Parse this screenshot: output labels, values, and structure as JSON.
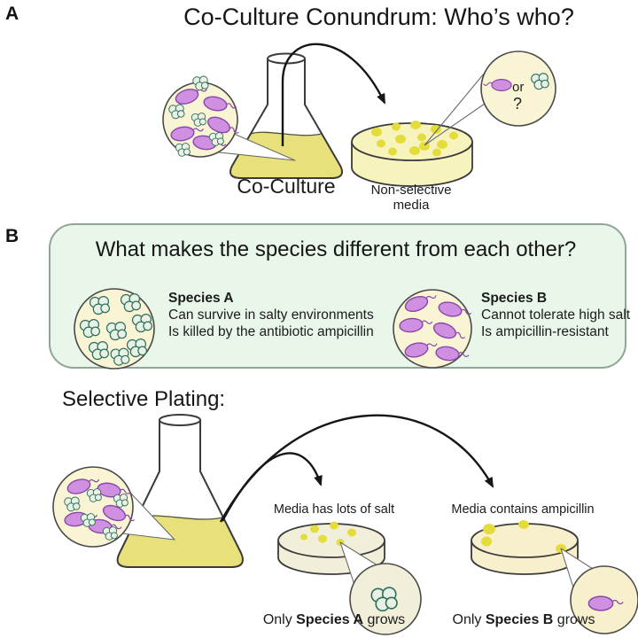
{
  "colors": {
    "flask_liquid": "#e7e07b",
    "media_fill": "#f7f3bd",
    "media_fill_salt": "#f1efd9",
    "media_fill_amp": "#f8efcc",
    "colony": "#e3dc3b",
    "inset_bg": "#f9f4d3",
    "panel_b_bg": "#e9f6ea",
    "panel_b_border": "#8fa596",
    "species_a_fill": "#e7f2e4",
    "species_a_outline": "#2f6e5f",
    "species_b_fill": "#cf90e2",
    "species_b_outline": "#8a46a8",
    "outline": "#3b3b3b",
    "text": "#1b1b1b"
  },
  "panel_a": {
    "label": "A",
    "title": "Co-Culture Conundrum: Who’s who?",
    "flask_label": "Co-Culture",
    "media_label_line1": "Non-selective",
    "media_label_line2": "media",
    "magnified_question": {
      "or": "or",
      "question_mark": "?"
    }
  },
  "panel_b": {
    "label": "B",
    "question": "What makes the species different from each other?",
    "species_a": {
      "name": "Species A",
      "trait1": "Can survive in salty environments",
      "trait2": "Is killed by the antibiotic ampicillin"
    },
    "species_b": {
      "name": "Species B",
      "trait1": "Cannot tolerate high salt",
      "trait2": "Is ampicillin-resistant"
    }
  },
  "selective_plating": {
    "heading": "Selective Plating:",
    "salt": {
      "media_label": "Media has lots of salt",
      "result_prefix": "Only ",
      "result_species": "Species A",
      "result_suffix": " grows"
    },
    "ampicillin": {
      "media_label": "Media contains ampicillin",
      "result_prefix": "Only ",
      "result_species": "Species B",
      "result_suffix": " grows"
    }
  }
}
